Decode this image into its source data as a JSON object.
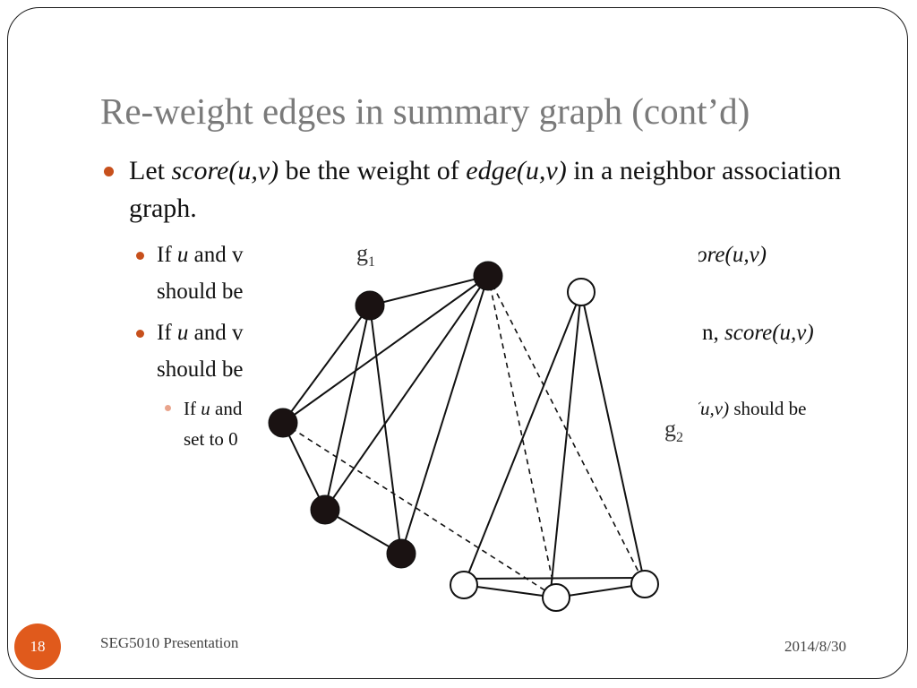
{
  "slide": {
    "title": "Re-weight edges in summary graph (cont’d)",
    "bullet1": {
      "t1": "Let ",
      "t2": "score(u,v)",
      "t3": " be the weight of ",
      "t4": "edge(u,v)",
      "t5": " in a neighbor association graph."
    },
    "bullet2": {
      "t1": "If ",
      "t2": "u",
      "t3": " and v",
      "t4": "core(u,v)",
      "t5": "should be"
    },
    "bullet3": {
      "t1": "If ",
      "t2": "u",
      "t3": " and v",
      "t4": "n, ",
      "t5": "score(u,v)",
      "t6": "should be"
    },
    "bullet4": {
      "t1": "If ",
      "t2": "u",
      "t3": " and",
      "t4": "(u,v)",
      "t5": " should be",
      "t6": "set to 0"
    },
    "figure": {
      "label_g1": "g",
      "label_g1_sub": "1",
      "label_g2": "g",
      "label_g2_sub": "2"
    },
    "footer": {
      "left": "SEG5010 Presentation",
      "right": "2014/8/30",
      "page_number": "18"
    }
  }
}
